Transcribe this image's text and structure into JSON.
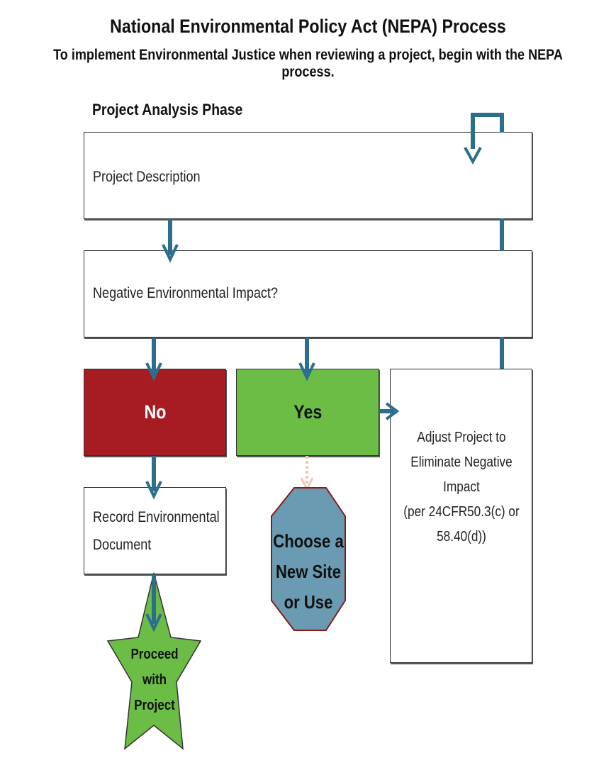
{
  "header": {
    "title": "National Environmental Policy Act (NEPA) Process",
    "subtitle": "To implement Environmental Justice when reviewing a project, begin with the NEPA process."
  },
  "phase_label": "Project Analysis Phase",
  "boxes": {
    "project_description": "Project Description",
    "negative_impact": "Negative Environmental Impact?",
    "no": "No",
    "yes": "Yes",
    "record_line1": "Record Environmental",
    "record_line2": "Document",
    "adjust_lines": [
      "Adjust Project to",
      "Eliminate Negative",
      "Impact",
      "(per 24CFR50.3(c) or",
      "58.40(d))"
    ],
    "choose_lines": [
      "Choose a",
      "New Site",
      "or Use"
    ],
    "proceed_lines": [
      "Proceed",
      "with",
      "Project"
    ]
  },
  "colors": {
    "no_red": "#a61c22",
    "yes_green": "#6cbd45",
    "octagon_blue": "#6a9bb2",
    "star_green": "#6cbd45",
    "arrow_blue": "#2b6f8d",
    "dashed_arrow": "#f3c6b4"
  }
}
